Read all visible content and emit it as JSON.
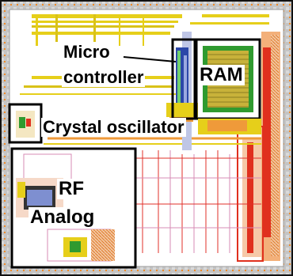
{
  "labels": {
    "micro_line1": "Micro",
    "micro_line2": "controller",
    "ram": "RAM",
    "crystal": "Crystal oscillator",
    "rf": "RF",
    "analog": "Analog"
  },
  "colors": {
    "pad_ring": "#b7b7b7",
    "pad_orange": "#f08a26",
    "io_red": "#e0301e",
    "metal_yellow": "#e8d21c",
    "ram_green": "#2f9a2f",
    "ram_fill": "#c7b43a",
    "mcu_blue": "#2c47a8",
    "wire_red": "#e0302a",
    "wire_pink": "#d78bb6",
    "wire_orange": "#ef9a3a",
    "gold": "#c99a2e"
  }
}
